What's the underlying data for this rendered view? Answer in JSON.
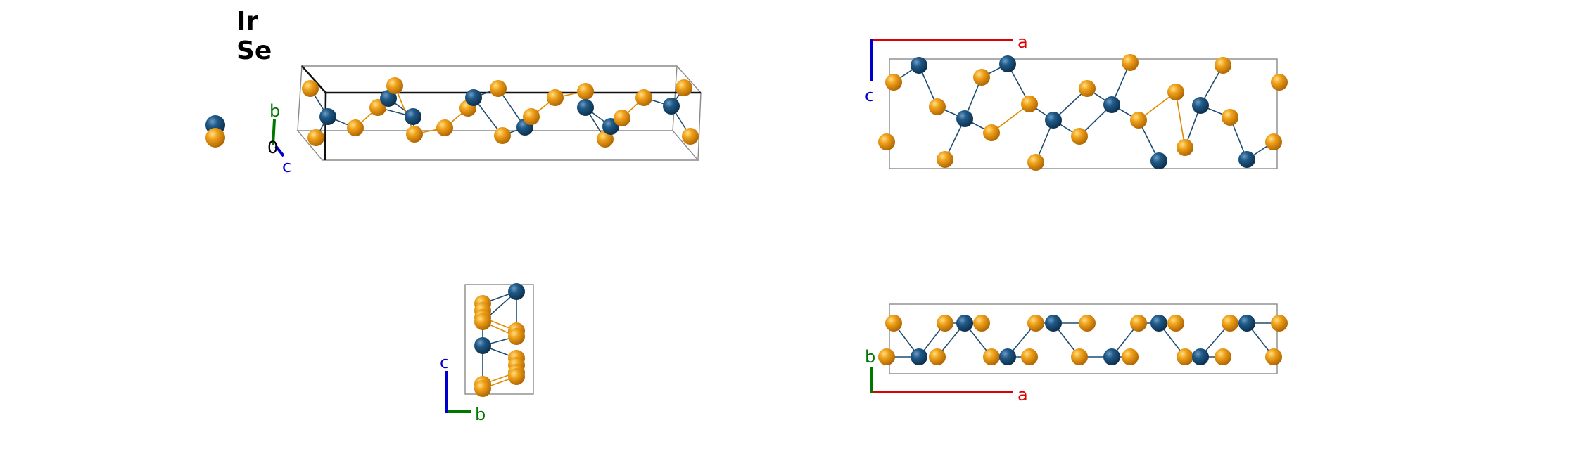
{
  "legend": {
    "elements": [
      {
        "symbol": "Ir",
        "color": "#1a4f7a"
      },
      {
        "symbol": "Se",
        "color": "#e5950e"
      }
    ]
  },
  "axes": {
    "a": {
      "label": "a",
      "color": "#dd0000"
    },
    "b": {
      "label": "b",
      "color": "#007700"
    },
    "c": {
      "label": "c",
      "color": "#0000cc"
    },
    "origin": {
      "label": "0",
      "color": "#000000"
    }
  },
  "colors": {
    "ir_atom": "#1a4f7a",
    "se_atom": "#e5950e",
    "ir_bond": "#1f4b6e",
    "se_bond": "#e08a00"
  }
}
